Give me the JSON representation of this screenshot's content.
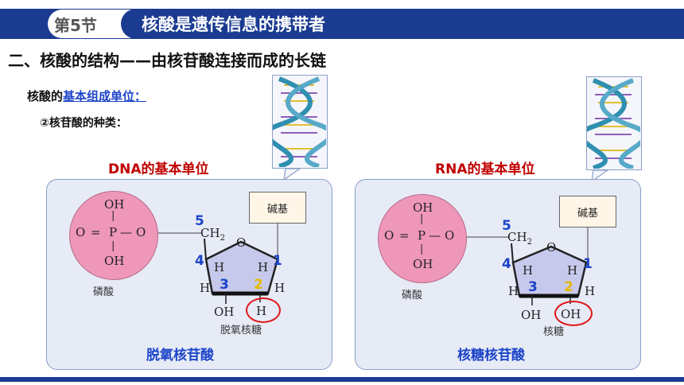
{
  "header": {
    "section": "第5节",
    "title": "核酸是遗传信息的携带者"
  },
  "heading": "二、核酸的结构——由核苷酸连接而成的长链",
  "subtitle": {
    "prefix": "核酸的",
    "highlight": "基本组成单位："
  },
  "subheading": "②核苷酸的种类：",
  "dna": {
    "title": "DNA的基本单位",
    "caption": "脱氧核苷酸",
    "phosphate_label": "磷酸",
    "sugar_label": "脱氧核糖",
    "base_label": "碱基",
    "c2_group": "H"
  },
  "rna": {
    "title": "RNA的基本单位",
    "caption": "核糖核苷酸",
    "phosphate_label": "磷酸",
    "sugar_label": "核糖",
    "base_label": "碱基",
    "c2_group": "OH"
  },
  "chem": {
    "oh": "OH",
    "o": "O",
    "p": "P",
    "eq": "=",
    "dash": "—",
    "vbar": "|",
    "h": "H",
    "ch2": "CH",
    "ch2_sub": "2",
    "ring_o": "O"
  },
  "numbers": {
    "n1": "1",
    "n2": "2",
    "n3": "3",
    "n4": "4",
    "n5": "5"
  },
  "colors": {
    "header_blue": "#1b3b91",
    "title_red": "#c00000",
    "caption_blue": "#1c44c8",
    "phosphate_pink": "#ee97b8",
    "sugar_lavender": "#c7c9ec",
    "ring_red": "#e01818"
  }
}
